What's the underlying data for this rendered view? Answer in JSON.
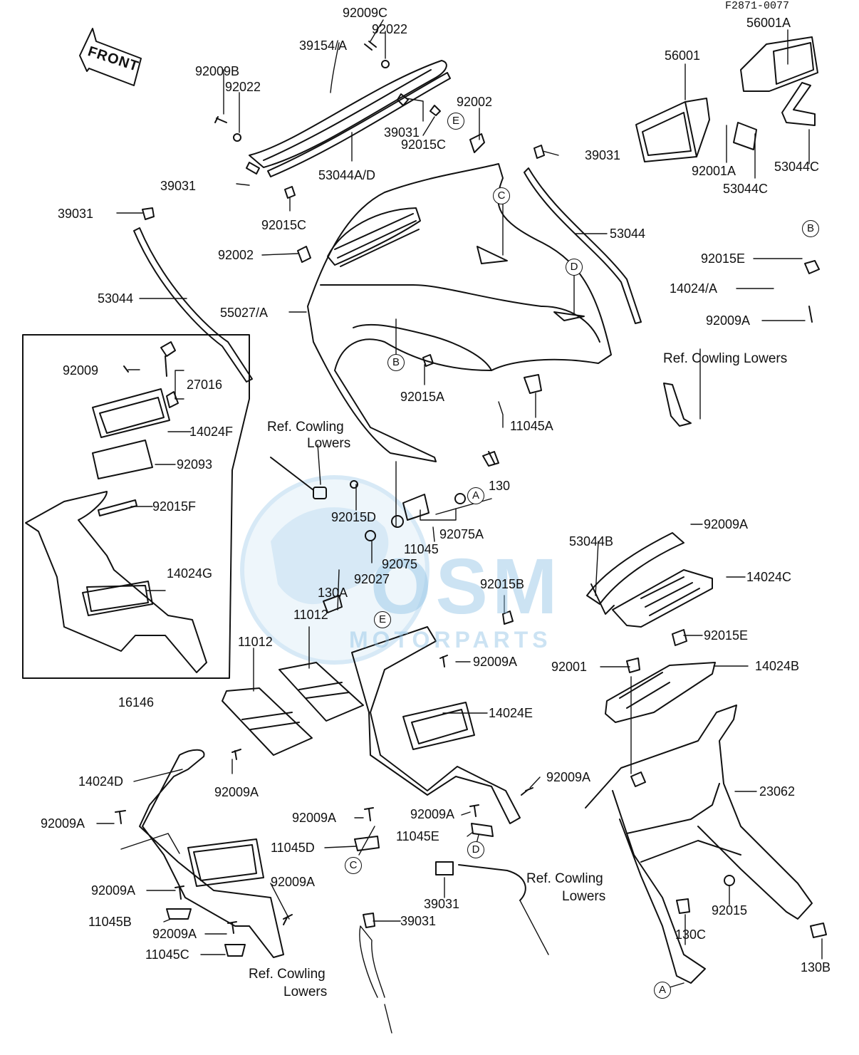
{
  "drawing_code": "F2871-0077",
  "front_label": "FRONT",
  "watermark": {
    "brand": "OSM",
    "sub": "MOTORPARTS"
  },
  "parts": {
    "p92009C": "92009C",
    "p92022a": "92022",
    "p39154A": "39154/A",
    "p92009B": "92009B",
    "p92022b": "92022",
    "p92002a": "92002",
    "p39031a": "39031",
    "p92015Ca": "92015C",
    "p53044AD": "53044A/D",
    "p39031b": "39031",
    "p92015Cb": "92015C",
    "p39031c": "39031",
    "p92002b": "92002",
    "p53044a": "53044",
    "p55027A": "55027/A",
    "p92009a": "92009",
    "p27016": "27016",
    "p14024F": "14024F",
    "p92093": "92093",
    "p92015F": "92015F",
    "p14024G": "14024G",
    "p16146": "16146",
    "p39031d": "39031",
    "p53044b": "53044",
    "p56001": "56001",
    "p56001A": "56001A",
    "p92001A": "92001A",
    "p53044Ca": "53044C",
    "p53044Cb": "53044C",
    "p92015E": "92015E",
    "p14024A": "14024/A",
    "p92009Aa": "92009A",
    "p92015A": "92015A",
    "p11045A": "11045A",
    "p130": "130",
    "p92015D": "92015D",
    "p11045": "11045",
    "p92075A": "92075A",
    "p92075": "92075",
    "p92027": "92027",
    "p130A": "130A",
    "p92015B": "92015B",
    "p11012a": "11012",
    "p11012b": "11012",
    "p92009Ab": "92009A",
    "p14024E": "14024E",
    "p92009Ac": "92009A",
    "p53044B": "53044B",
    "p14024C": "14024C",
    "p92015Eb": "92015E",
    "p92001": "92001",
    "p14024B": "14024B",
    "p23062": "23062",
    "p14024D": "14024D",
    "p92009Ad": "92009A",
    "p92009Ae": "92009A",
    "p92009Af": "92009A",
    "p92009Ag": "92009A",
    "p11045E": "11045E",
    "p11045D": "11045D",
    "p92009Ah": "92009A",
    "p92009Ai": "92009A",
    "p11045B": "11045B",
    "p92009Aj": "92009A",
    "p11045C": "11045C",
    "p39031e": "39031",
    "p39031f": "39031",
    "p130C": "130C",
    "p92015": "92015",
    "p130B": "130B"
  },
  "refs": {
    "r1": "Ref. Cowling Lowers",
    "r2a": "Ref. Cowling",
    "r2b": "Lowers",
    "r3a": "Ref. Cowling",
    "r3b": "Lowers",
    "r4a": "Ref. Cowling",
    "r4b": "Lowers"
  },
  "callouts": {
    "A1": "A",
    "A2": "A",
    "B1": "B",
    "B2": "B",
    "C1": "C",
    "C2": "C",
    "D1": "D",
    "D2": "D",
    "E1": "E",
    "E2": "E"
  },
  "colors": {
    "ink": "#111111",
    "watermark": "#8fc3e6",
    "paper": "#ffffff"
  }
}
